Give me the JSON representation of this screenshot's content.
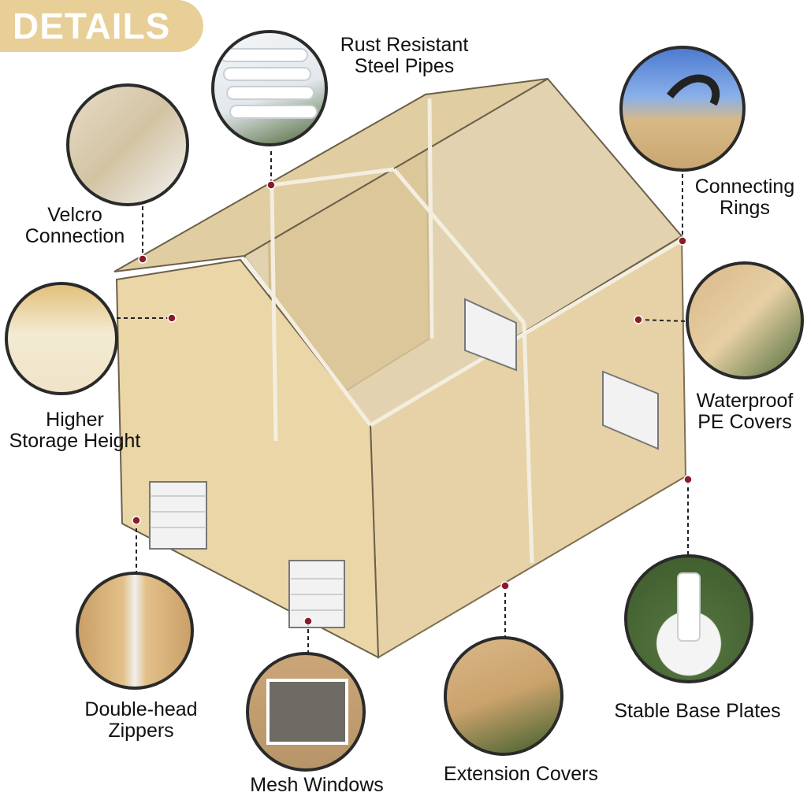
{
  "banner": {
    "title": "DETAILS"
  },
  "features": {
    "pipes": "Rust Resistant Steel Pipes",
    "pipes_l1": "Rust Resistant",
    "pipes_l2": "Steel Pipes",
    "velcro_l1": "Velcro",
    "velcro_l2": "Connection",
    "rings_l1": "Connecting",
    "rings_l2": "Rings",
    "height_l1": "Higher",
    "height_l2": "Storage Height",
    "pe_l1": "Waterproof",
    "pe_l2": "PE Covers",
    "zip_l1": "Double-head",
    "zip_l2": "Zippers",
    "base": "Stable Base Plates",
    "mesh": "Mesh Windows",
    "extension": "Extension Covers"
  },
  "colors": {
    "tent": "#e9d6ad",
    "accent": "#e8cf98",
    "dot": "#8b1a2b",
    "frame": "#f2ecdc"
  }
}
